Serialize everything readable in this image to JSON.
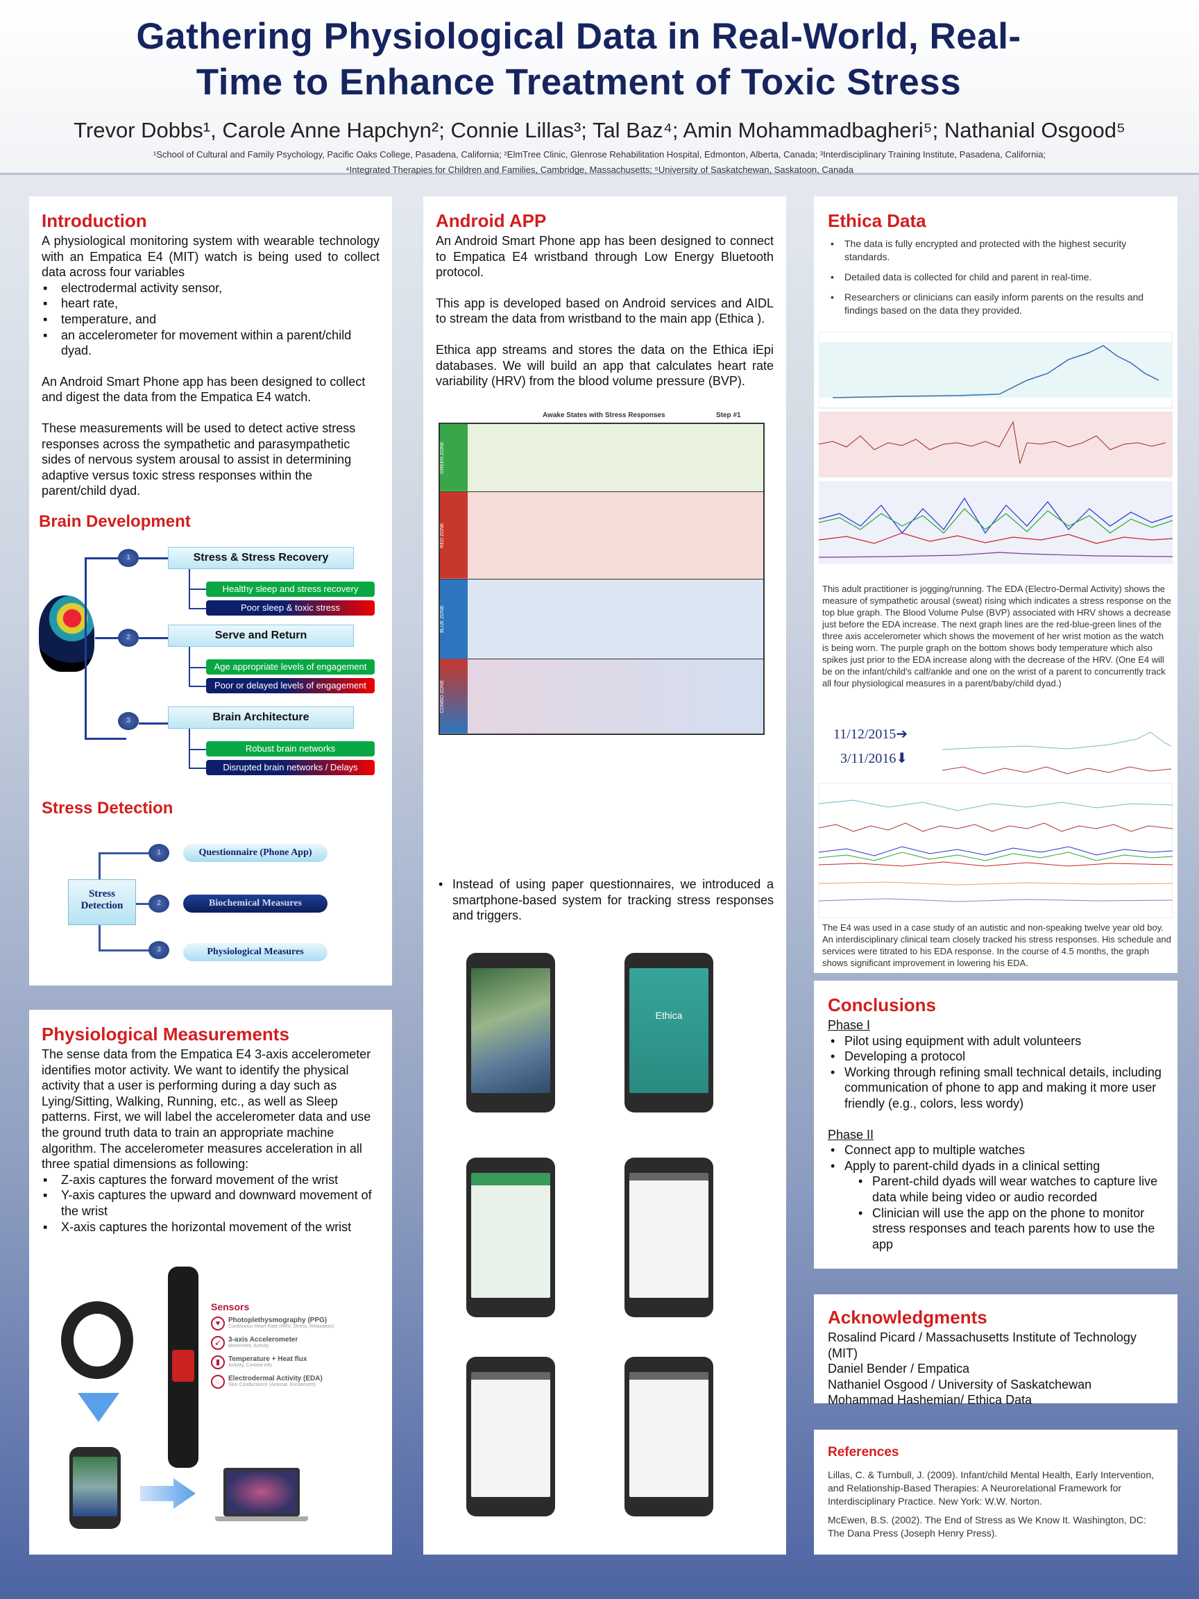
{
  "header": {
    "title_line1": "Gathering Physiological Data in Real-World, Real-",
    "title_line2": "Time to Enhance Treatment of Toxic Stress",
    "authors": [
      {
        "name": "Trevor Dobbs",
        "sup": "1"
      },
      {
        "name": "Carole Anne Hapchyn",
        "sup": "2"
      },
      {
        "name": "Connie Lillas",
        "sup": "3"
      },
      {
        "name": "Tal Baz",
        "sup": "4"
      },
      {
        "name": "Amin Mohammadbagheri",
        "sup": "5"
      },
      {
        "name": "Nathanial Osgood",
        "sup": "5"
      }
    ],
    "authors_text": "Trevor Dobbs¹, Carole Anne Hapchyn²; Connie Lillas³; Tal Baz⁴; Amin Mohammadbagheri⁵; Nathanial Osgood⁵",
    "affiliations_line1": "¹School of Cultural and Family Psychology, Pacific Oaks College, Pasadena, California; ²ElmTree Clinic, Glenrose Rehabilitation Hospital, Edmonton, Alberta, Canada; ³Interdisciplinary Training Institute, Pasadena, California;",
    "affiliations_line2": "⁴Integrated Therapies for Children and Families, Cambridge, Massachusetts; ⁵University of Saskatchewan, Saskatoon, Canada"
  },
  "intro": {
    "heading": "Introduction",
    "p1": "A physiological monitoring system with wearable technology with an Empatica E4 (MIT) watch is being used to collect data across four variables",
    "bullets": [
      "electrodermal activity sensor,",
      "heart rate,",
      "temperature, and",
      "an accelerometer for movement within a parent/child dyad."
    ],
    "p2": "An Android Smart Phone app has been designed to collect and digest the data from the Empatica E4 watch.",
    "p3": "These measurements will be used to detect active stress responses across the sympathetic and parasympathetic sides of nervous system arousal to assist in determining adaptive versus toxic stress responses within the parent/child dyad."
  },
  "brain": {
    "heading": "Brain Development",
    "groups": [
      {
        "num": "1",
        "title": "Stress & Stress Recovery",
        "good": "Healthy sleep and stress recovery",
        "bad": "Poor sleep & toxic stress"
      },
      {
        "num": "2",
        "title": "Serve and Return",
        "good": "Age appropriate levels of engagement",
        "bad": "Poor or delayed levels of engagement"
      },
      {
        "num": "3",
        "title": "Brain Architecture",
        "good": "Robust brain networks",
        "bad": "Disrupted brain networks / Delays"
      }
    ]
  },
  "stress": {
    "heading": "Stress Detection",
    "center": "Stress Detection",
    "items": [
      {
        "num": "1",
        "label": "Questionnaire (Phone App)"
      },
      {
        "num": "2",
        "label": "Biochemical Measures"
      },
      {
        "num": "3",
        "label": "Physiological Measures"
      }
    ]
  },
  "physio": {
    "heading": "Physiological Measurements",
    "p1": "The sense data from the Empatica E4 3-axis accelerometer identifies motor activity. We want to identify the physical activity that a user is performing during a day such as Lying/Sitting, Walking, Running, etc., as well as Sleep patterns. First, we will label the accelerometer data and use the ground truth data to train an appropriate machine algorithm. The accelerometer measures acceleration in all three spatial dimensions as following:",
    "bullets": [
      "Z-axis captures the forward movement of the wrist",
      "Y-axis captures the upward and downward movement of the wrist",
      "X-axis captures the horizontal movement of the wrist"
    ],
    "sensors_title": "Sensors",
    "sensors": [
      {
        "name": "Photoplethysmography (PPG)",
        "desc": "Continuous Heart Rate (HRV, Stress, Relaxation)"
      },
      {
        "name": "3-axis Accelerometer",
        "desc": "Movement, Activity"
      },
      {
        "name": "Temperature + Heat flux",
        "desc": "Activity, Context info"
      },
      {
        "name": "Electrodermal Activity (EDA)",
        "desc": "Skin Conductance (Arousal, Excitement)"
      }
    ]
  },
  "android": {
    "heading": "Android APP",
    "p1": "An Android Smart Phone app has been designed to connect to Empatica E4 wristband through Low Energy Bluetooth protocol.",
    "p2": "This app is developed based on Android services and AIDL to stream the data from wristband to the main app (Ethica ).",
    "p3": "Ethica app streams and stores the data on the Ethica iEpi databases. We will build an app that calculates heart rate variability (HRV) from the blood volume pressure (BVP).",
    "chart_title": "Awake States with Stress Responses",
    "chart_step": "Step #1",
    "zones": [
      "GREEN ZONE",
      "RED ZONE",
      "BLUE ZONE",
      "COMBO ZONE"
    ],
    "bullet": "Instead of using paper questionnaires, we introduced a smartphone-based system for tracking stress responses and triggers.",
    "app_name": "Ethica"
  },
  "ethica": {
    "heading": "Ethica Data",
    "bullets": [
      "The data is fully encrypted and protected with the highest security standards.",
      "Detailed data is collected for child and parent in real-time.",
      "Researchers or clinicians can easily inform parents on the results and findings based on the data they provided."
    ],
    "caption1": "This adult practitioner is jogging/running. The EDA (Electro-Dermal Activity) shows the measure of sympathetic arousal (sweat) rising which indicates a stress response on the top blue graph. The Blood Volume Pulse (BVP) associated with HRV shows a decrease just before the EDA increase. The next graph lines are the red-blue-green lines of the three axis accelerometer which shows the movement of her wrist motion as the watch is being worn. The purple graph on the bottom shows body temperature which also spikes just prior to the EDA increase along with the decrease of the HRV. (One E4 will be on the infant/child's calf/ankle and one on the wrist of a parent to concurrently track all four physiological measures in a parent/baby/child dyad.)",
    "date1": "11/12/2015➔",
    "date2": "3/11/2016⬇",
    "caption2": "The E4 was used in a case study of an autistic and non-speaking twelve year old boy. An interdisciplinary clinical team closely tracked his stress responses. His schedule and services were titrated to his EDA response. In the course of 4.5 months, the graph shows significant improvement in lowering his EDA."
  },
  "conclusions": {
    "heading": "Conclusions",
    "phase1": "Phase I",
    "phase1_items": [
      "Pilot using equipment with adult volunteers",
      "Developing a protocol",
      "Working through refining small technical details, including communication of phone to app and making it more user friendly (e.g., colors, less wordy)"
    ],
    "phase2": "Phase II",
    "phase2_items": [
      "Connect app to multiple watches",
      "Apply to parent-child dyads in a clinical setting"
    ],
    "phase2_sub": [
      "Parent-child dyads will wear watches to capture live data while being video or audio recorded",
      "Clinician will use the app on the phone to monitor stress responses and teach parents how to use the app"
    ]
  },
  "ack": {
    "heading": "Acknowledgments",
    "lines": [
      "Rosalind Picard / Massachusetts Institute of Technology (MIT)",
      "Daniel Bender / Empatica",
      "Nathaniel Osgood / University of Saskatchewan",
      "Mohammad Hashemian/ Ethica Data"
    ]
  },
  "refs": {
    "heading": "References",
    "items": [
      "Lillas, C. & Turnbull, J. (2009). Infant/child Mental Health, Early Intervention, and Relationship-Based Therapies: A Neurorelational Framework for Interdisciplinary Practice. New York: W.W. Norton.",
      "McEwen, B.S. (2002). The End of Stress as We Know It.  Washington, DC: The Dana Press (Joseph Henry Press)."
    ]
  },
  "colors": {
    "title": "#16245f",
    "heading": "#d21e1e",
    "good": "#0aa844",
    "bad_start": "#0d1f6b",
    "bad_end": "#ee0000"
  }
}
